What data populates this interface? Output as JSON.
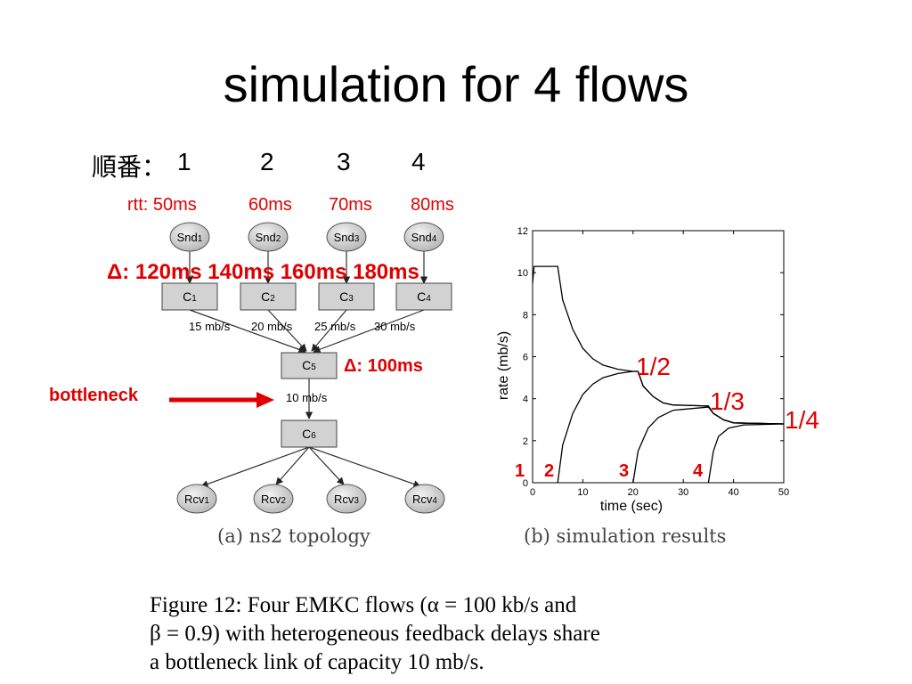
{
  "title": "simulation for 4 flows",
  "order": {
    "label": "順番：",
    "values": [
      "1",
      "2",
      "3",
      "4"
    ]
  },
  "rtt": {
    "first": "rtt: 50ms",
    "rest": [
      "60ms",
      "70ms",
      "80ms"
    ]
  },
  "delta": {
    "senders": "Δ: 120ms 140ms 160ms 180ms",
    "c5": "Δ: 100ms"
  },
  "bottleneck_label": "bottleneck",
  "topology": {
    "senders": [
      {
        "label": "Snd",
        "sub": "1"
      },
      {
        "label": "Snd",
        "sub": "2"
      },
      {
        "label": "Snd",
        "sub": "3"
      },
      {
        "label": "Snd",
        "sub": "4"
      }
    ],
    "edge_nodes": [
      {
        "label": "C",
        "sub": "1"
      },
      {
        "label": "C",
        "sub": "2"
      },
      {
        "label": "C",
        "sub": "3"
      },
      {
        "label": "C",
        "sub": "4"
      }
    ],
    "edge_rates": [
      "15 mb/s",
      "20 mb/s",
      "25 mb/s",
      "30 mb/s"
    ],
    "core_top": {
      "label": "C",
      "sub": "5"
    },
    "core_bottom": {
      "label": "C",
      "sub": "6"
    },
    "bottleneck_rate": "10 mb/s",
    "receivers": [
      {
        "label": "Rcv",
        "sub": "1"
      },
      {
        "label": "Rcv",
        "sub": "2"
      },
      {
        "label": "Rcv",
        "sub": "3"
      },
      {
        "label": "Rcv",
        "sub": "4"
      }
    ],
    "caption": "(a) ns2 topology"
  },
  "chart_data": {
    "type": "line",
    "xlabel": "time (sec)",
    "ylabel": "rate (mb/s)",
    "xlim": [
      0,
      50
    ],
    "ylim": [
      0,
      12
    ],
    "xticks": [
      0,
      10,
      20,
      30,
      40,
      50
    ],
    "yticks": [
      0,
      2,
      4,
      6,
      8,
      10,
      12
    ],
    "grid": false,
    "caption": "(b) simulation results",
    "series": [
      {
        "values": [
          [
            0,
            9.5
          ],
          [
            0.3,
            10.3
          ],
          [
            5,
            10.3
          ],
          [
            6,
            8.7
          ],
          [
            8,
            7.3
          ],
          [
            10,
            6.4
          ],
          [
            12,
            5.9
          ],
          [
            14,
            5.6
          ],
          [
            17,
            5.4
          ],
          [
            20,
            5.3
          ],
          [
            21,
            5.3
          ],
          [
            22,
            4.6
          ],
          [
            24,
            4.1
          ],
          [
            26,
            3.8
          ],
          [
            28,
            3.7
          ],
          [
            35,
            3.65
          ],
          [
            36,
            3.3
          ],
          [
            38,
            3.0
          ],
          [
            40,
            2.85
          ],
          [
            50,
            2.8
          ]
        ]
      },
      {
        "values": [
          [
            5,
            0
          ],
          [
            6,
            1.8
          ],
          [
            8,
            3.3
          ],
          [
            10,
            4.2
          ],
          [
            12,
            4.7
          ],
          [
            14,
            5.0
          ],
          [
            17,
            5.2
          ],
          [
            20,
            5.3
          ],
          [
            21,
            5.3
          ],
          [
            22,
            4.6
          ],
          [
            24,
            4.1
          ],
          [
            26,
            3.8
          ],
          [
            28,
            3.7
          ],
          [
            35,
            3.65
          ],
          [
            36,
            3.3
          ],
          [
            38,
            3.0
          ],
          [
            40,
            2.85
          ],
          [
            50,
            2.8
          ]
        ]
      },
      {
        "values": [
          [
            20,
            0
          ],
          [
            21,
            1.5
          ],
          [
            23,
            2.6
          ],
          [
            25,
            3.1
          ],
          [
            28,
            3.45
          ],
          [
            35,
            3.6
          ],
          [
            36,
            3.3
          ],
          [
            38,
            3.0
          ],
          [
            40,
            2.85
          ],
          [
            50,
            2.8
          ]
        ]
      },
      {
        "values": [
          [
            35,
            0
          ],
          [
            36,
            1.5
          ],
          [
            37,
            2.2
          ],
          [
            39,
            2.6
          ],
          [
            42,
            2.75
          ],
          [
            50,
            2.8
          ]
        ]
      }
    ]
  },
  "annotations": {
    "ratios": [
      "1/2",
      "1/3",
      "1/4"
    ],
    "flow_starts": [
      "1",
      "2",
      "3",
      "4"
    ]
  },
  "figure_caption": {
    "lines": [
      "Figure 12:  Four EMKC flows (α = 100 kb/s and",
      "β = 0.9) with heterogeneous feedback delays share",
      "a bottleneck link of capacity 10 mb/s."
    ]
  },
  "colors": {
    "annotation": "#e00000",
    "node_fill": "#d2d2d2",
    "ink": "#000000"
  }
}
